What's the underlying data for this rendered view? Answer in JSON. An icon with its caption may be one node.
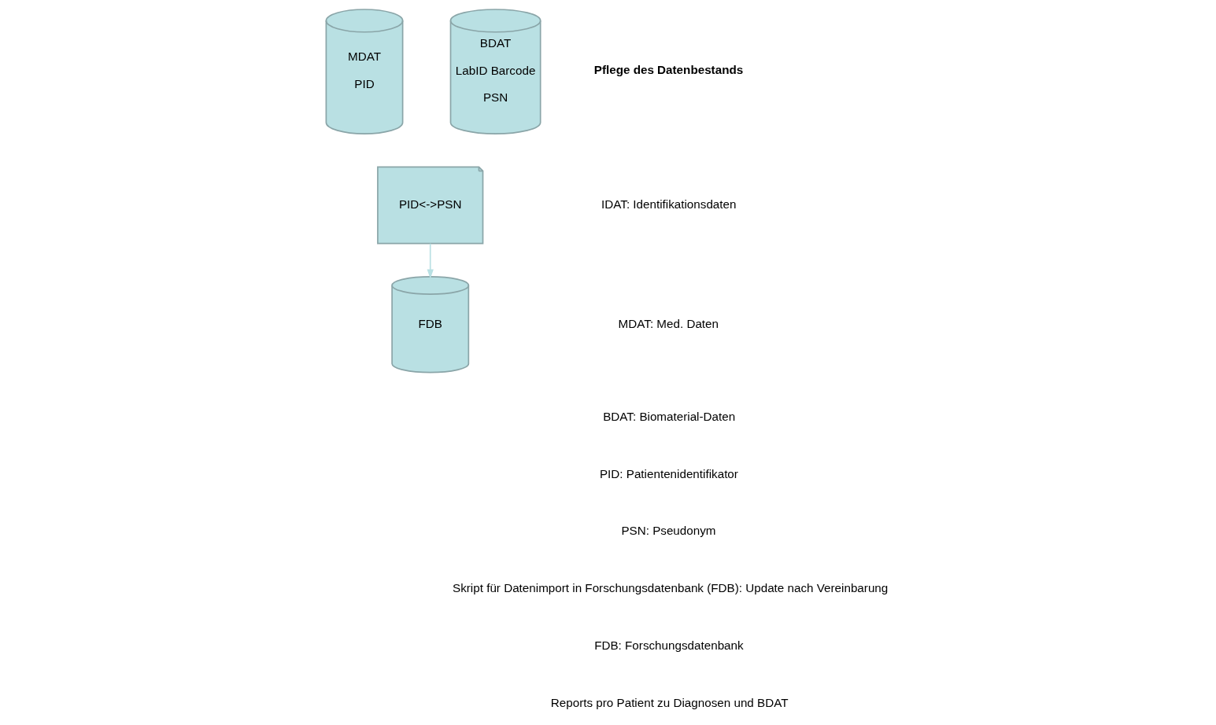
{
  "diagram": {
    "nodes": [
      {
        "text": [
          "MDAT",
          "PID"
        ]
      },
      {
        "text": [
          "BDAT",
          "LabID Barcode",
          "PSN"
        ]
      },
      {
        "text": [
          "PID<->PSN"
        ]
      },
      {
        "text": [
          "FDB"
        ]
      }
    ],
    "edges": [
      {
        "from": 2,
        "to": 3,
        "arrow": "to",
        "color": "#b9e0e3"
      }
    ],
    "labels": [
      "Pflege des Datenbestands",
      "IDAT: Identifikationsdaten",
      "MDAT: Med. Daten",
      "BDAT: Biomaterial-Daten",
      "PID: Patientenidentifikator",
      "PSN: Pseudonym",
      "Skript für Datenimport in Forschungsdatenbank (FDB): Update nach Vereinbarung",
      "FDB: Forschungsdatenbank",
      "Reports pro Patient zu Diagnosen und BDAT"
    ]
  }
}
